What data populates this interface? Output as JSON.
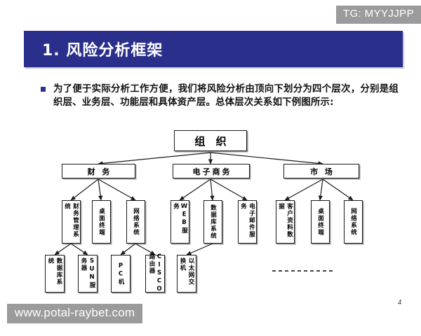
{
  "slide": {
    "page_number": "4",
    "title": "1. 风险分析框架",
    "body_text": "为了便于实际分析工作方便，我们将风险分析由顶向下划分为四个层次，分别是组织层、业务层、功能层和具体资产层。总体层次关系如下例图所示:",
    "top_watermark": "TG: MYYJJPP",
    "footer_watermark": "www.potal-raybet.com",
    "colors": {
      "title_bar": "#2b2f8c",
      "title_text": "#ffffff",
      "bullet": "#2b2f8c",
      "watermark_bg": "#9b9b9b",
      "watermark_text": "#ffffff",
      "diagram_line": "#1a1a1a"
    }
  },
  "diagram": {
    "type": "hierarchy-tree",
    "root": {
      "label": "组 织"
    },
    "level2": [
      {
        "label": "财 务"
      },
      {
        "label": "电子商务"
      },
      {
        "label": "市 场"
      }
    ],
    "level3": [
      {
        "label": "财务管理系统",
        "parent": "财 务"
      },
      {
        "label": "桌面终端",
        "parent": "财 务"
      },
      {
        "label": "网络系统",
        "parent": "财 务"
      },
      {
        "label": "WEB服务",
        "parent": "电子商务"
      },
      {
        "label": "数据库系统",
        "parent": "电子商务"
      },
      {
        "label": "电子邮件服务",
        "parent": "电子商务"
      },
      {
        "label": "客户资料数据",
        "parent": "市 场"
      },
      {
        "label": "桌面终端",
        "parent": "市 场"
      },
      {
        "label": "网络系统",
        "parent": "市 场"
      }
    ],
    "level4": [
      {
        "label": "数据库系统"
      },
      {
        "label": "SUN服务器"
      },
      {
        "label": "PC机"
      },
      {
        "label": "CISCO路由器"
      },
      {
        "label": "以太网交换机"
      }
    ],
    "ellipsis_marker": "- - - - - - - - - -"
  }
}
